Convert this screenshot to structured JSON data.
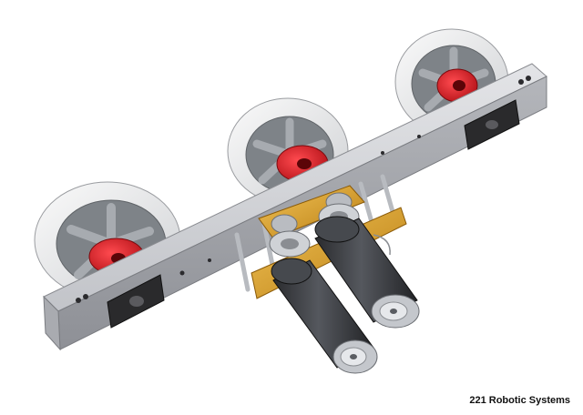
{
  "caption": "221 Robotic Systems",
  "render": {
    "subject": "drivetrain-module-cad-render",
    "wheel_count": 3,
    "motor_count": 2,
    "colors": {
      "background": "#ffffff",
      "tire": "#ececec",
      "spoke": "#8f949a",
      "hub": "#d8202a",
      "rail": "#c9cbd0",
      "bracket": "#d9a024",
      "motor": "#3a3c40"
    }
  }
}
